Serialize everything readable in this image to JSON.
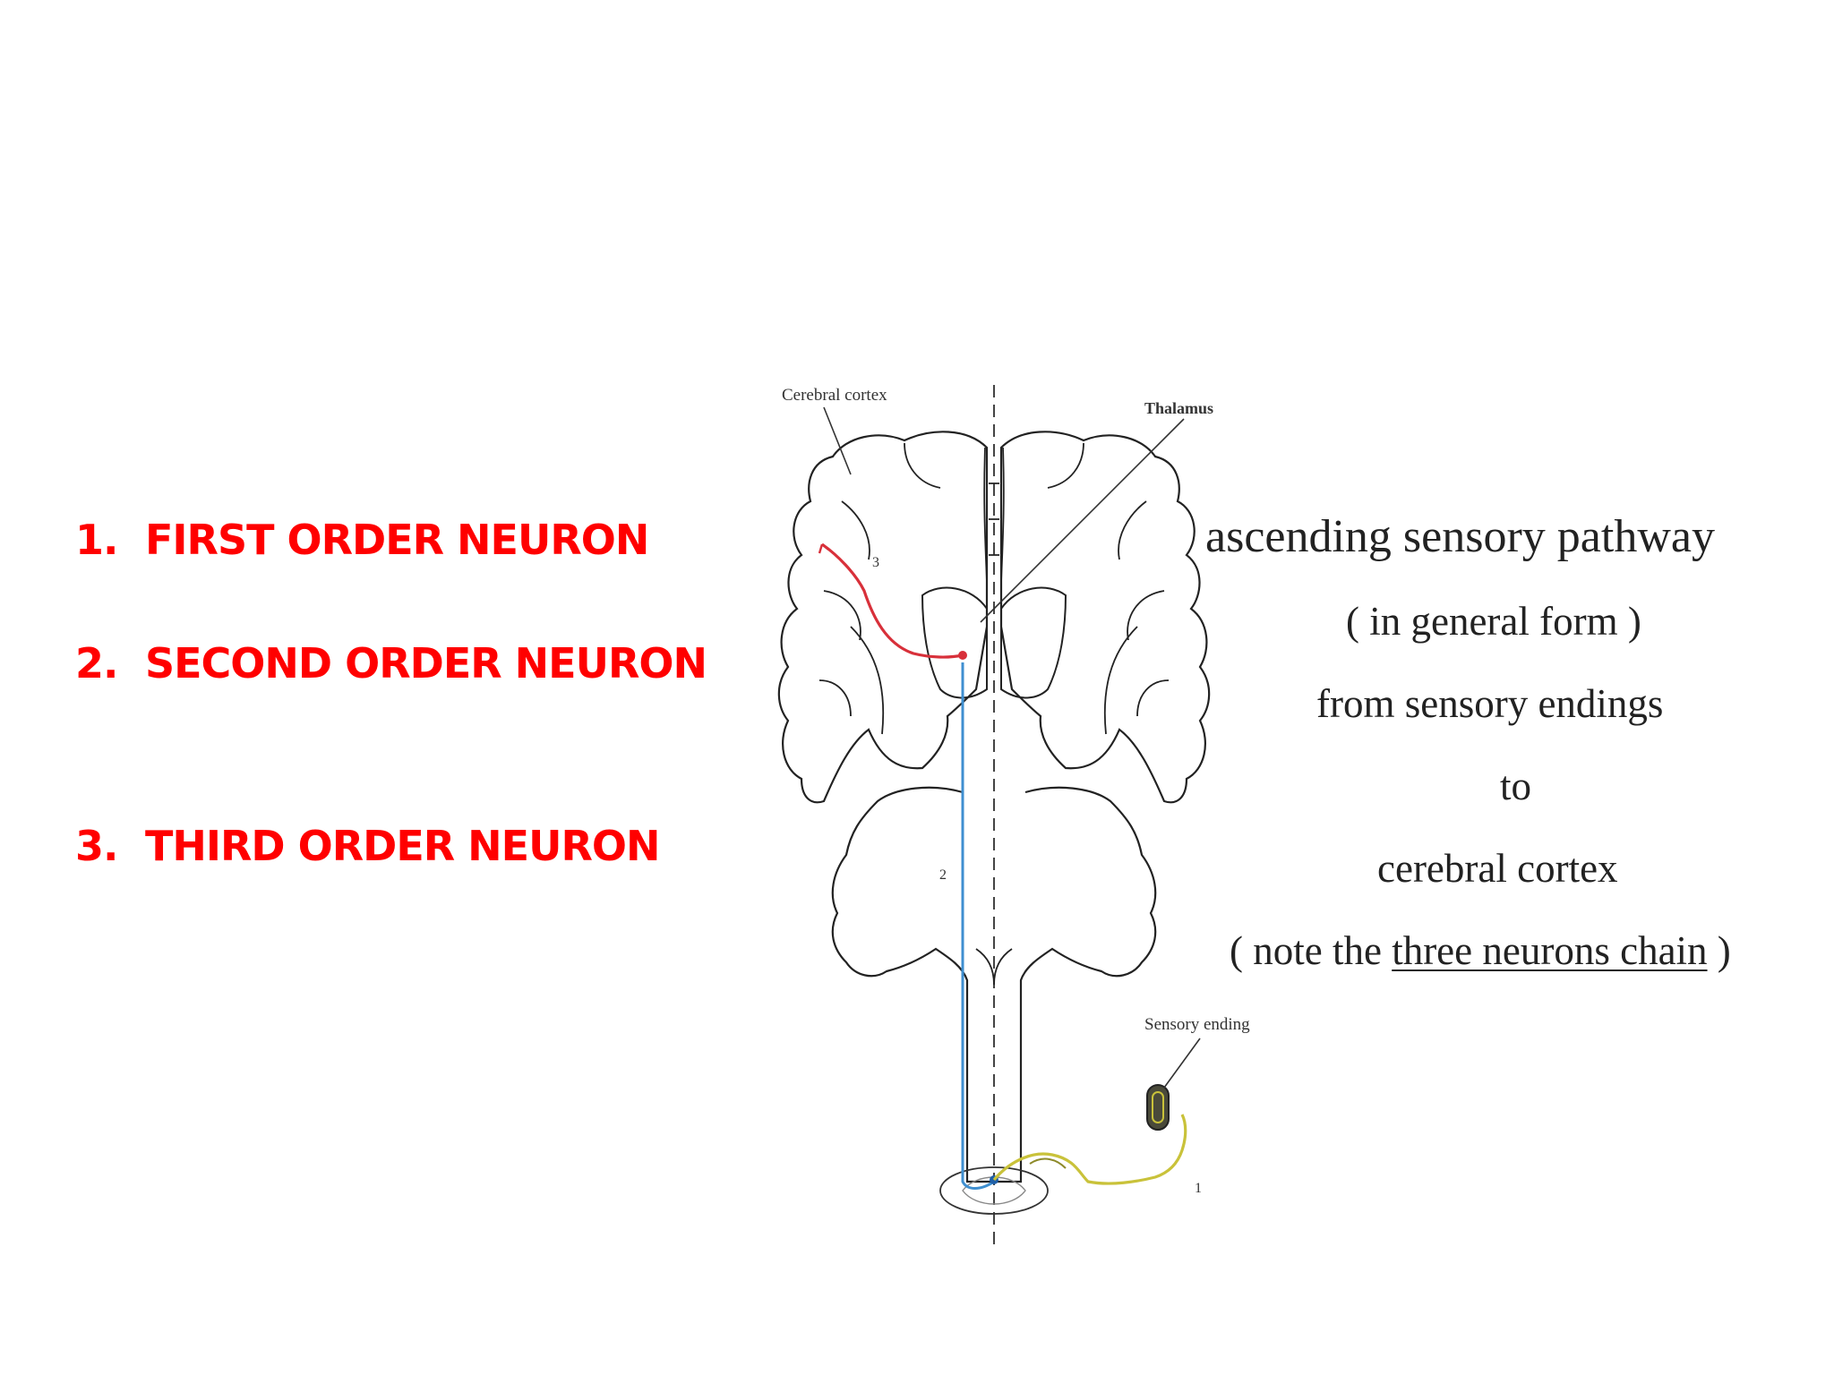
{
  "neuron_list": {
    "items": [
      {
        "number": "1.",
        "label": "FIRST ORDER NEURON"
      },
      {
        "number": "2.",
        "label": "SECOND ORDER NEURON"
      },
      {
        "number": "3.",
        "label": "THIRD ORDER NEURON"
      }
    ]
  },
  "caption": {
    "line1": "ascending sensory pathway",
    "line2": "( in general form )",
    "line3": "from sensory endings",
    "line4": "to",
    "line5": "cerebral cortex",
    "line6_prefix": "( note the ",
    "line6_underlined": "three neurons chain",
    "line6_suffix": " )"
  },
  "diagram_labels": {
    "cerebral_cortex": "Cerebral cortex",
    "thalamus": "Thalamus",
    "sensory_ending": "Sensory ending",
    "neuron_1": "1",
    "neuron_2": "2",
    "neuron_3": "3"
  },
  "colors": {
    "list_text": "#ff0000",
    "first_order_neuron": "#c9c23a",
    "second_order_neuron": "#3f8fd0",
    "third_order_neuron": "#d8303a"
  }
}
